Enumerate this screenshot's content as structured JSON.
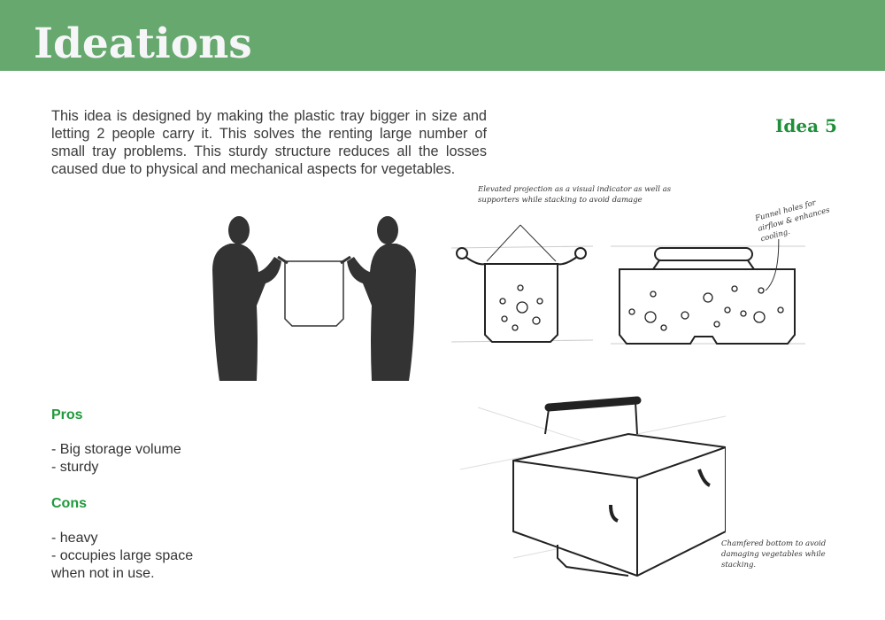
{
  "header": {
    "title": "Ideations",
    "color": "#66a86e"
  },
  "idea_label": "Idea 5",
  "description": "This idea is designed by making the plastic tray bigger in size and letting 2 people carry it. This solves the renting large number of small tray problems. This sturdy structure reduces all the losses caused due to physical and mechanical aspects for vegetables.",
  "pros": {
    "heading": "Pros",
    "items": [
      "- Big storage volume",
      "- sturdy"
    ]
  },
  "cons": {
    "heading": "Cons",
    "items": [
      "- heavy",
      "- occupies large space",
      "when not in use."
    ]
  },
  "annotations": {
    "elevated": "Elevated projection as a visual indicator as well as supporters while stacking to avoid damage",
    "funnel": "Funnel holes for airflow & enhances cooling.",
    "chamfered": "Chamfered bottom to avoid damaging vegetables while stacking."
  }
}
